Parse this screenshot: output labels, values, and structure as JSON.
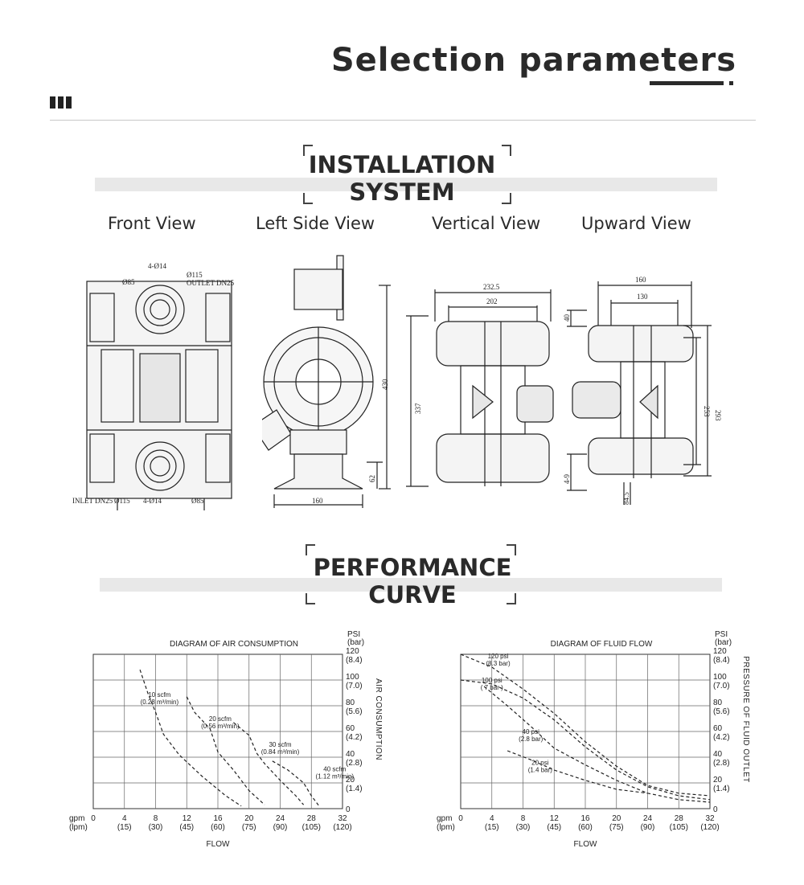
{
  "header": {
    "title": "Selection parameters"
  },
  "installation": {
    "heading_line1": "INSTALLATION",
    "heading_line2": "SYSTEM",
    "views": [
      {
        "label": "Front View"
      },
      {
        "label": "Left Side View"
      },
      {
        "label": "Vertical View"
      },
      {
        "label": "Upward View"
      }
    ],
    "front_dims": {
      "bolt": "4-Ø14",
      "pipe": "Ø115",
      "outlet": "OUTLET DN25",
      "flange": "Ø85",
      "inlet": "INLET DN25"
    },
    "side_dims": {
      "height": "430",
      "bottom": "62",
      "base": "160"
    },
    "vertical_dims": {
      "outer": "232.5",
      "inner": "202",
      "height": "337"
    },
    "upward_dims": {
      "outer": "160",
      "inner": "130",
      "h1": "293",
      "h2": "253",
      "top": "40",
      "slot": "4-9",
      "foot": "84.5"
    }
  },
  "performance": {
    "heading_line1": "PERFORMANCE",
    "heading_line2": "CURVE"
  },
  "chart_data": [
    {
      "type": "line",
      "title": "DIAGRAM OF AIR CONSUMPTION",
      "xlabel": "FLOW",
      "ylabel": "AIR CONSUMPTION",
      "x_unit_label": "gpm\n(lpm)",
      "y_unit_label": "PSI\n(bar)",
      "x_ticks": [
        {
          "v": 0,
          "top": "0",
          "bot": ""
        },
        {
          "v": 4,
          "top": "4",
          "bot": "(15)"
        },
        {
          "v": 8,
          "top": "8",
          "bot": "(30)"
        },
        {
          "v": 12,
          "top": "12",
          "bot": "(45)"
        },
        {
          "v": 16,
          "top": "16",
          "bot": "(60)"
        },
        {
          "v": 20,
          "top": "20",
          "bot": "(75)"
        },
        {
          "v": 24,
          "top": "24",
          "bot": "(90)"
        },
        {
          "v": 28,
          "top": "28",
          "bot": "(105)"
        },
        {
          "v": 32,
          "top": "32",
          "bot": "(120)"
        }
      ],
      "y_ticks": [
        {
          "v": 0,
          "top": "0",
          "bot": ""
        },
        {
          "v": 20,
          "top": "20",
          "bot": "(1.4)"
        },
        {
          "v": 40,
          "top": "40",
          "bot": "(2.8)"
        },
        {
          "v": 60,
          "top": "60",
          "bot": "(4.2)"
        },
        {
          "v": 80,
          "top": "80",
          "bot": "(5.6)"
        },
        {
          "v": 100,
          "top": "100",
          "bot": "(7.0)"
        },
        {
          "v": 120,
          "top": "120",
          "bot": "(8.4)"
        }
      ],
      "xlim": [
        0,
        32
      ],
      "ylim": [
        0,
        120
      ],
      "grid": true,
      "series": [
        {
          "name": "10 scfm (0.28 m3/min)",
          "x": [
            6,
            7,
            8,
            9,
            11,
            14,
            17,
            19
          ],
          "y": [
            108,
            90,
            75,
            58,
            42,
            25,
            10,
            2
          ]
        },
        {
          "name": "20 scfm (0.56 m3/min)",
          "x": [
            12,
            13,
            15,
            16,
            18,
            20,
            22
          ],
          "y": [
            87,
            75,
            62,
            44,
            30,
            14,
            3
          ]
        },
        {
          "name": "30 scfm (0.84 m3/min)",
          "x": [
            18,
            20,
            21,
            22,
            24,
            26,
            27
          ],
          "y": [
            67,
            57,
            43,
            35,
            22,
            10,
            3
          ]
        },
        {
          "name": "40 scfm (1.12 m3/min)",
          "x": [
            23,
            25,
            27,
            28,
            29
          ],
          "y": [
            37,
            30,
            20,
            10,
            2
          ]
        }
      ],
      "annotations": [
        {
          "l1": "10 scfm",
          "l2": "(0.28 m³/min)",
          "x": 8.5,
          "y": 87
        },
        {
          "l1": "20 scfm",
          "l2": "(0.56 m³/min)",
          "x": 16.3,
          "y": 68
        },
        {
          "l1": "30 scfm",
          "l2": "(0.84 m³/min)",
          "x": 24.0,
          "y": 48
        },
        {
          "l1": "40 scfm",
          "l2": "(1.12 m³/min)",
          "x": 31.0,
          "y": 29
        }
      ]
    },
    {
      "type": "line",
      "title": "DIAGRAM OF FLUID FLOW",
      "xlabel": "FLOW",
      "ylabel": "PRESSURE OF FLUID OUTLET",
      "x_unit_label": "gpm\n(lpm)",
      "y_unit_label": "PSI\n(bar)",
      "x_ticks": [
        {
          "v": 0,
          "top": "0",
          "bot": ""
        },
        {
          "v": 4,
          "top": "4",
          "bot": "(15)"
        },
        {
          "v": 8,
          "top": "8",
          "bot": "(30)"
        },
        {
          "v": 12,
          "top": "12",
          "bot": "(45)"
        },
        {
          "v": 16,
          "top": "16",
          "bot": "(60)"
        },
        {
          "v": 20,
          "top": "20",
          "bot": "(75)"
        },
        {
          "v": 24,
          "top": "24",
          "bot": "(90)"
        },
        {
          "v": 28,
          "top": "28",
          "bot": "(105)"
        },
        {
          "v": 32,
          "top": "32",
          "bot": "(120)"
        }
      ],
      "y_ticks": [
        {
          "v": 0,
          "top": "0",
          "bot": ""
        },
        {
          "v": 20,
          "top": "20",
          "bot": "(1.4)"
        },
        {
          "v": 40,
          "top": "40",
          "bot": "(2.8)"
        },
        {
          "v": 60,
          "top": "60",
          "bot": "(4.2)"
        },
        {
          "v": 80,
          "top": "80",
          "bot": "(5.6)"
        },
        {
          "v": 100,
          "top": "100",
          "bot": "(7.0)"
        },
        {
          "v": 120,
          "top": "120",
          "bot": "(8.4)"
        }
      ],
      "xlim": [
        0,
        32
      ],
      "ylim": [
        0,
        120
      ],
      "grid": true,
      "series": [
        {
          "name": "120 psi (8.3 bar)",
          "x": [
            0,
            4,
            8,
            12,
            16,
            20,
            24,
            28,
            32
          ],
          "y": [
            120,
            110,
            93,
            74,
            52,
            33,
            18,
            12,
            10
          ]
        },
        {
          "name": "100 psi (7 bar)",
          "x": [
            0,
            4,
            8,
            12,
            16,
            20,
            24,
            28,
            32
          ],
          "y": [
            100,
            97,
            86,
            69,
            48,
            30,
            17,
            10,
            7
          ]
        },
        {
          "name": "40 psi (2.8 bar)",
          "x": [
            3,
            6,
            9,
            12,
            16,
            20,
            24,
            28,
            32
          ],
          "y": [
            95,
            80,
            64,
            47,
            34,
            22,
            12,
            7,
            5
          ]
        },
        {
          "name": "20 psi (1.4 bar)",
          "x": [
            6,
            9,
            12,
            16,
            20,
            24
          ],
          "y": [
            45,
            38,
            30,
            22,
            15,
            12
          ]
        }
      ],
      "annotations": [
        {
          "l1": "120 psi",
          "l2": "(8.3 bar)",
          "x": 4.8,
          "y": 117
        },
        {
          "l1": "100 psi",
          "l2": "( 7 bar )",
          "x": 4.0,
          "y": 98
        },
        {
          "l1": "40 psi",
          "l2": "(2.8 bar)",
          "x": 9.0,
          "y": 58
        },
        {
          "l1": "20 psi",
          "l2": "(1.4 bar)",
          "x": 10.2,
          "y": 34
        }
      ]
    }
  ]
}
